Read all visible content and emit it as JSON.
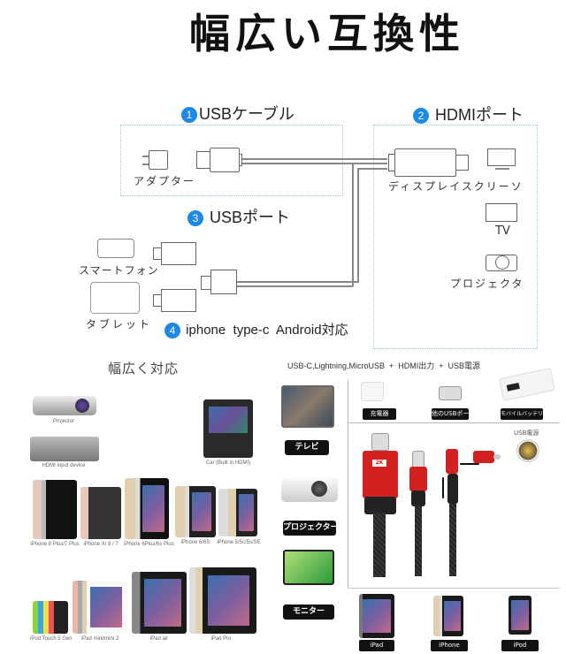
{
  "title": "幅広い互換性",
  "diagram": {
    "sections": [
      {
        "number": "1",
        "label": "USBケーブル"
      },
      {
        "number": "2",
        "label": "HDMIポート"
      },
      {
        "number": "3",
        "label": "USBポート"
      },
      {
        "number": "4",
        "label": "iphone  type-c  Android対応"
      }
    ],
    "adapter_label": "アダプター",
    "display_label": "ディスプレイスクリーソ",
    "tv_label": "TV",
    "projector_label": "プロジェクタ",
    "smartphone_label": "スマートフォン",
    "tablet_label": "タブレット",
    "colors": {
      "accent": "#1e88e5",
      "box_border": "#8cc8d8",
      "line": "#888888"
    }
  },
  "left_panel": {
    "heading": "幅広く対応",
    "devices": [
      {
        "caption": "Projector"
      },
      {
        "caption": "HDMI input device"
      },
      {
        "caption": "Car (Built in HDMI)"
      }
    ],
    "iphones": [
      {
        "caption": "iPhone 8 Plus/7 Plus"
      },
      {
        "caption": "iPhone X/ 8 / 7"
      },
      {
        "caption": "iPhone 6Plus/6s Plus"
      },
      {
        "caption": "iPhone 6/6S"
      },
      {
        "caption": "iPhone 5/5c/5s/SE"
      }
    ],
    "ipads": [
      {
        "caption": "iPod Touch 5 Gen"
      },
      {
        "caption": "iPad mini/mini 2"
      },
      {
        "caption": "iPad air"
      },
      {
        "caption": "iPad Pro"
      }
    ]
  },
  "right_panel": {
    "heading": "USB-C,Lightning,MicroUSB  +  HDMI出力  +  USB電源",
    "display_tags": [
      "テレビ",
      "プロジェクター",
      "モニター"
    ],
    "power_tags": [
      "充電器",
      "他のUSBポート",
      "モバイルバッテリー"
    ],
    "usb_power_label": "USB電源",
    "cable_badge": "2K",
    "bottom_tags": [
      "iPad",
      "iPhone",
      "iPod"
    ],
    "colors": {
      "cable_red": "#d32020",
      "tag_bg": "#111111"
    }
  }
}
